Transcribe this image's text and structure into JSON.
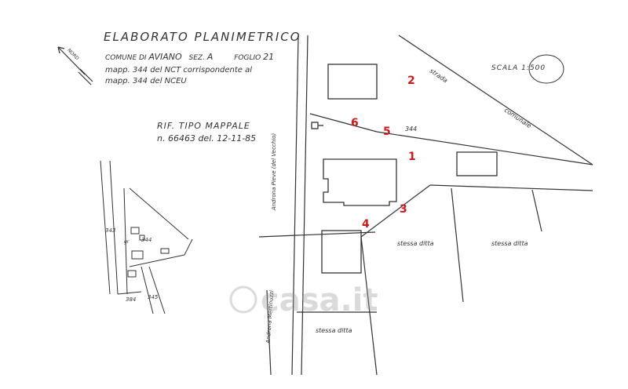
{
  "title": "ELABORATO PLANIMETRICO",
  "header": {
    "comune_label": "COMUNE DI",
    "comune": "AVIANO",
    "sez_label": "SEZ.",
    "sez": "A",
    "foglio_label": "FOGLIO",
    "foglio": "21",
    "line1": "mapp. 344 del NCT corrispondente al",
    "line2": "mapp. 344 del NCEU"
  },
  "rif": {
    "label": "RIF. TIPO MAPPALE",
    "detail": "n. 66463 del. 12-11-85"
  },
  "north_label": "NORD",
  "scale": "SCALA 1:500",
  "road_labels": {
    "strada": "strada",
    "comunale": "comunale",
    "left_road": "Androna Pieve (del Vecchio)",
    "bottom_road": "Androna Mertinuzzi"
  },
  "parcel_number": "344",
  "stessa_ditta": [
    "stessa ditta",
    "stessa ditta",
    "stessa ditta"
  ],
  "markers": [
    "1",
    "2",
    "3",
    "4",
    "5",
    "6"
  ],
  "inset": {
    "labels": [
      "343",
      "344",
      "384",
      "345",
      "gr"
    ]
  },
  "watermark": "casa.it",
  "colors": {
    "ink": "#333333",
    "marker": "#d01818"
  }
}
